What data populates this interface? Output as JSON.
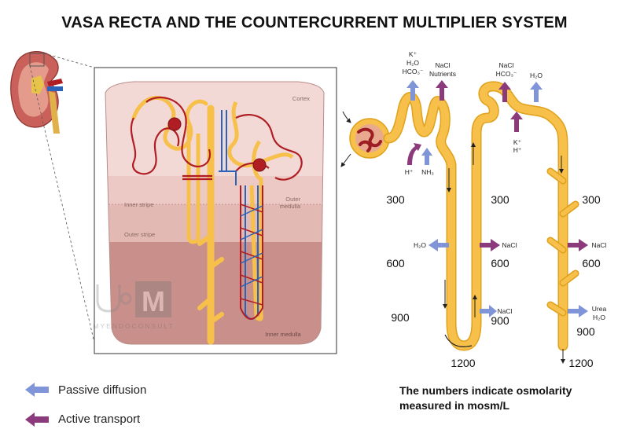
{
  "title": "VASA RECTA AND THE COUNTERCURRENT MULTIPLIER SYSTEM",
  "colors": {
    "tubule": "#f6c04a",
    "tubule_edge": "#e0a11c",
    "artery": "#b01e24",
    "vein": "#2b63b8",
    "passive_arrow": "#7f95d8",
    "active_arrow": "#8b3a7c",
    "cortex": "#f3d9d6",
    "outer_medulla": "#e9c2bd",
    "inner_medulla": "#c98f8a"
  },
  "inset": {
    "zones": {
      "cortex": "Cortex",
      "outer_medulla": "Outer\nmedulla",
      "inner_stripe": "Inner stripe",
      "outer_stripe": "Outer stripe",
      "inner_medulla": "Inner medulla"
    }
  },
  "watermark": "MYENDOCONSULT",
  "transport": {
    "pct_top_left": {
      "lines": [
        "K⁺",
        "H₂O",
        "HCO₃⁻"
      ]
    },
    "pct_top_right": {
      "lines": [
        "NaCl",
        "Nutrients"
      ]
    },
    "pct_bottom_h": "H⁺",
    "pct_bottom_nh3": "NH₃",
    "dct_top_left": {
      "lines": [
        "NaCl",
        "HCO₃⁻"
      ]
    },
    "dct_top_right": "H₂O",
    "dct_bottom": {
      "lines": [
        "K⁺",
        "H⁺"
      ]
    },
    "desc_h2o": "H₂O",
    "asc_nacl_600": "NaCl",
    "asc_nacl_900": "NaCl",
    "cd_nacl": "NaCl",
    "cd_urea": {
      "lines": [
        "Urea",
        "H₂O"
      ]
    }
  },
  "osmolarity": {
    "loop_desc_300": "300",
    "loop_desc_600": "600",
    "loop_desc_900": "900",
    "loop_bottom_1200": "1200",
    "loop_asc_300": "300",
    "loop_asc_600": "600",
    "loop_asc_900": "900",
    "cd_300": "300",
    "cd_600": "600",
    "cd_900": "900",
    "cd_1200": "1200"
  },
  "legend": {
    "passive": "Passive diffusion",
    "active": "Active transport"
  },
  "note": "The numbers indicate osmolarity measured in mosm/L"
}
